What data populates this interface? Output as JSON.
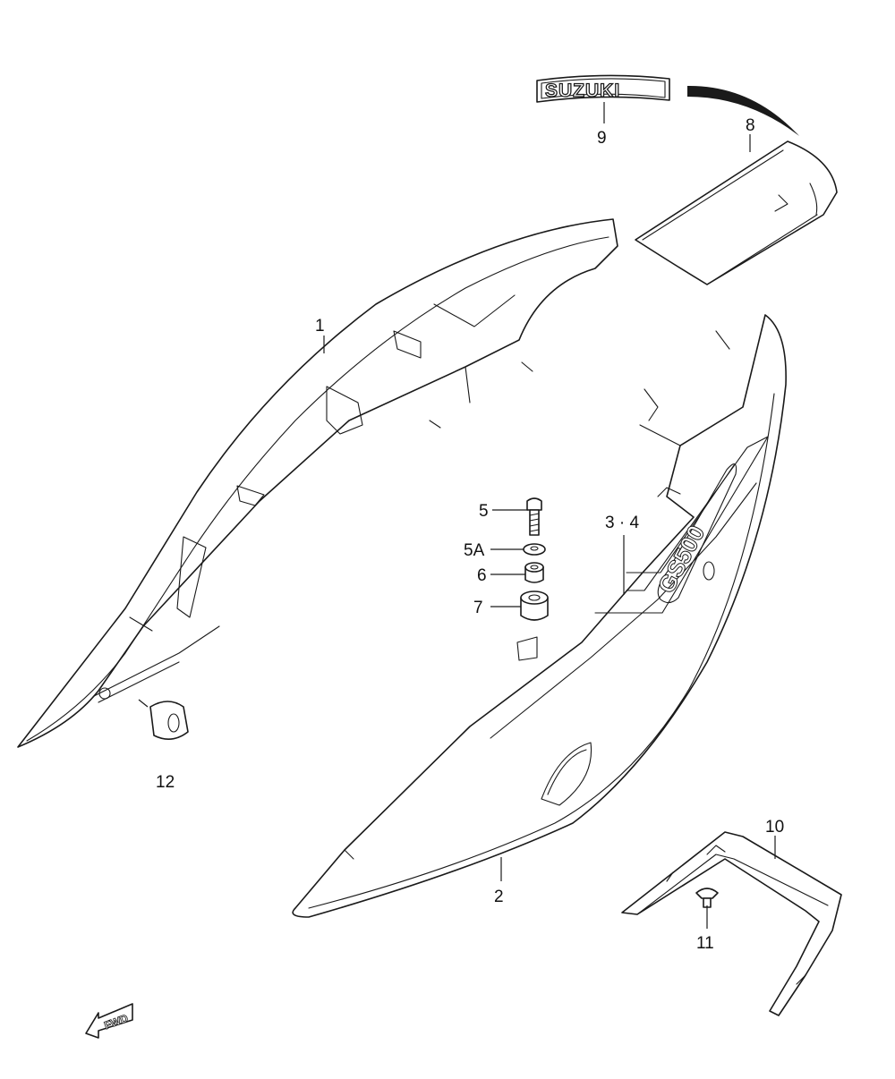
{
  "diagram": {
    "emblem_text": "SUZUKI",
    "fwd_text": "FWD",
    "model_graphic_text": "GS500",
    "callouts": [
      {
        "id": "c1",
        "label": "1"
      },
      {
        "id": "c2",
        "label": "2"
      },
      {
        "id": "c34",
        "label": "3 · 4"
      },
      {
        "id": "c5",
        "label": "5"
      },
      {
        "id": "c5a",
        "label": "5A"
      },
      {
        "id": "c6",
        "label": "6"
      },
      {
        "id": "c7",
        "label": "7"
      },
      {
        "id": "c8",
        "label": "8"
      },
      {
        "id": "c9",
        "label": "9"
      },
      {
        "id": "c10",
        "label": "10"
      },
      {
        "id": "c11",
        "label": "11"
      },
      {
        "id": "c12",
        "label": "12"
      }
    ]
  },
  "colors": {
    "line": "#1a1a1a",
    "background": "#ffffff"
  }
}
